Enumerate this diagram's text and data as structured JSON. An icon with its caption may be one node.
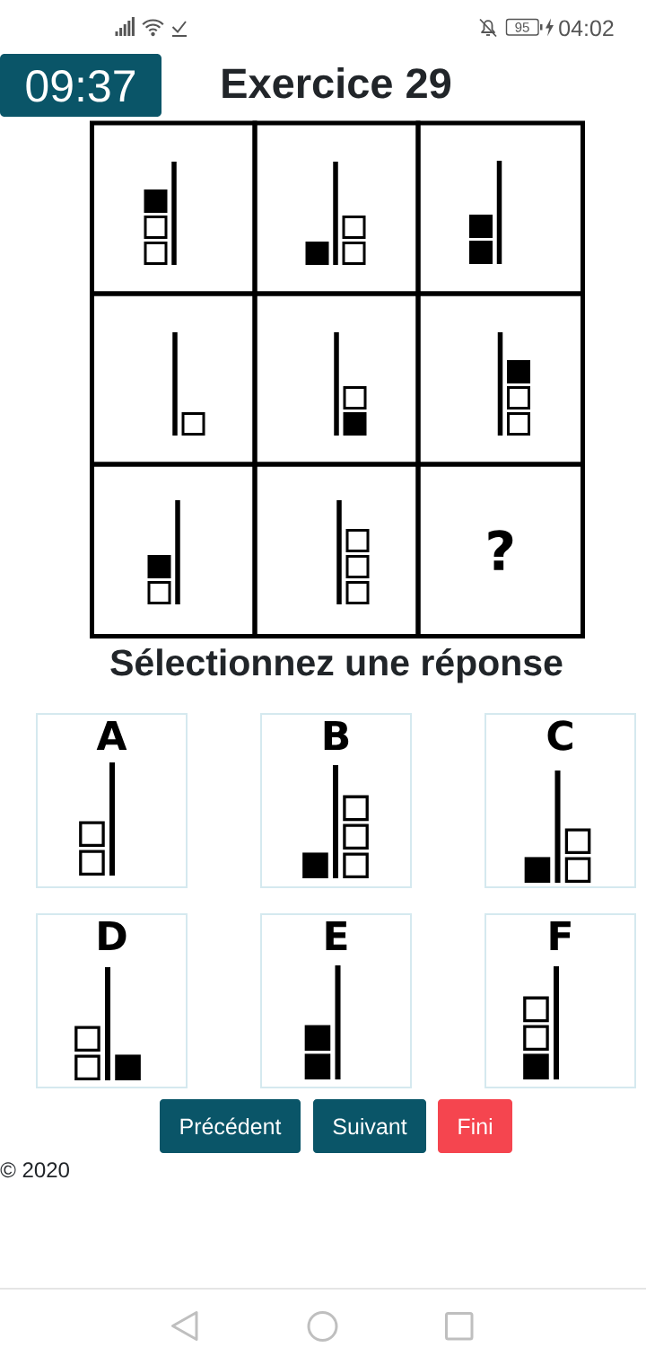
{
  "diagram": {
    "title": "Exercice 29",
    "nodes": [
      {
        "text": [
          "09:37"
        ]
      },
      {
        "text": [],
        "shape": "picture"
      },
      {
        "text": [],
        "shape": "picture"
      },
      {
        "text": [],
        "shape": "picture"
      },
      {
        "text": [],
        "shape": "picture"
      },
      {
        "text": [],
        "shape": "picture"
      },
      {
        "text": [],
        "shape": "picture"
      },
      {
        "text": [],
        "shape": "picture"
      },
      {
        "text": [],
        "shape": "picture"
      },
      {
        "text": [
          "?"
        ]
      },
      {
        "text": [
          "A"
        ]
      },
      {
        "text": [
          "B"
        ]
      },
      {
        "text": [
          "C"
        ]
      },
      {
        "text": [
          "D"
        ]
      },
      {
        "text": [
          "E"
        ]
      },
      {
        "text": [
          "F"
        ]
      },
      {
        "text": [
          "Précédent"
        ]
      },
      {
        "text": [
          "Suivant"
        ]
      },
      {
        "text": [
          "Fini"
        ]
      }
    ],
    "labels": [
      "95",
      "04:02",
      "Sélectionnez une réponse",
      "© 2020"
    ]
  }
}
